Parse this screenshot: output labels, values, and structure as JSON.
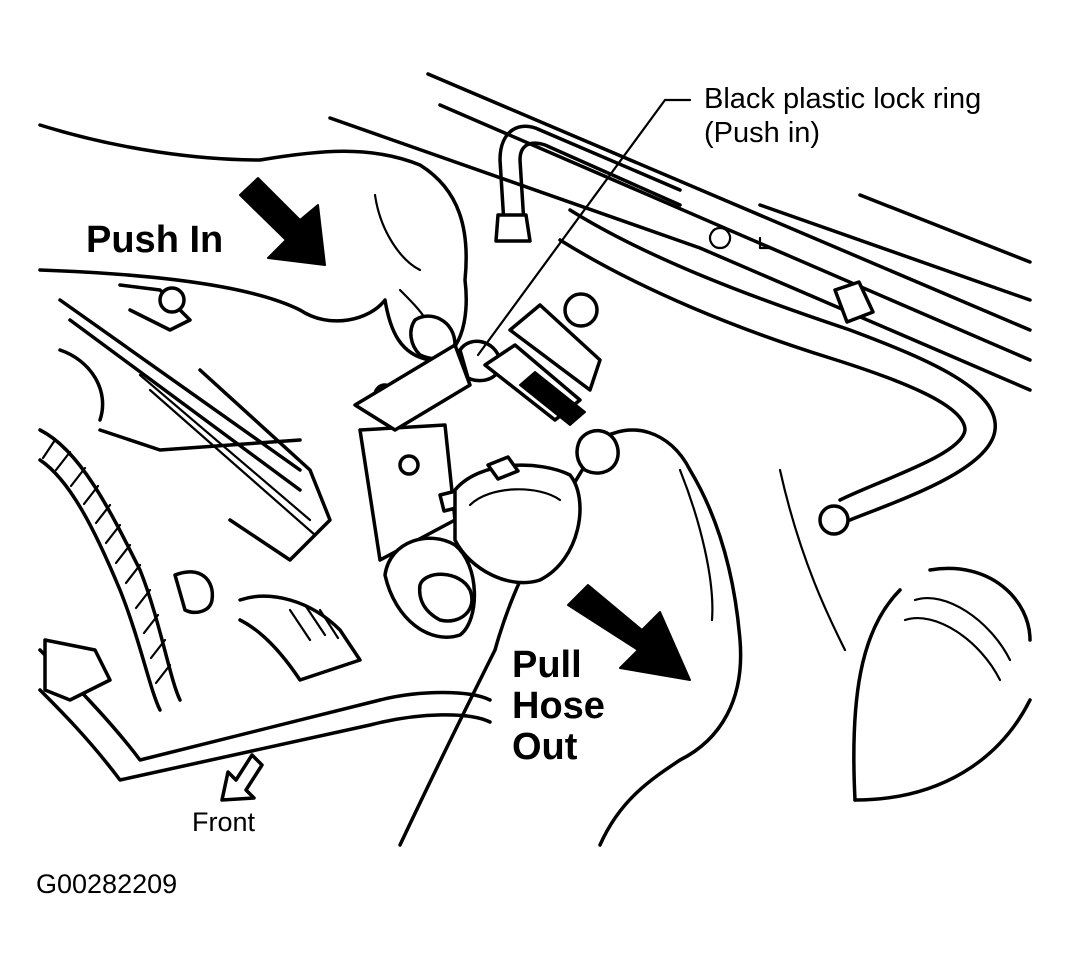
{
  "labels": {
    "lock_ring_line1": "Black plastic lock ring",
    "lock_ring_line2": "(Push in)",
    "push_in": "Push In",
    "pull_line1": "Pull",
    "pull_line2": "Hose",
    "pull_line3": "Out",
    "front": "Front",
    "figure_id": "G00282209"
  },
  "icons": {
    "push_arrow": "arrow-down-right-solid",
    "pull_arrow": "arrow-down-right-solid",
    "front_arrow": "arrow-down-left-outline"
  }
}
